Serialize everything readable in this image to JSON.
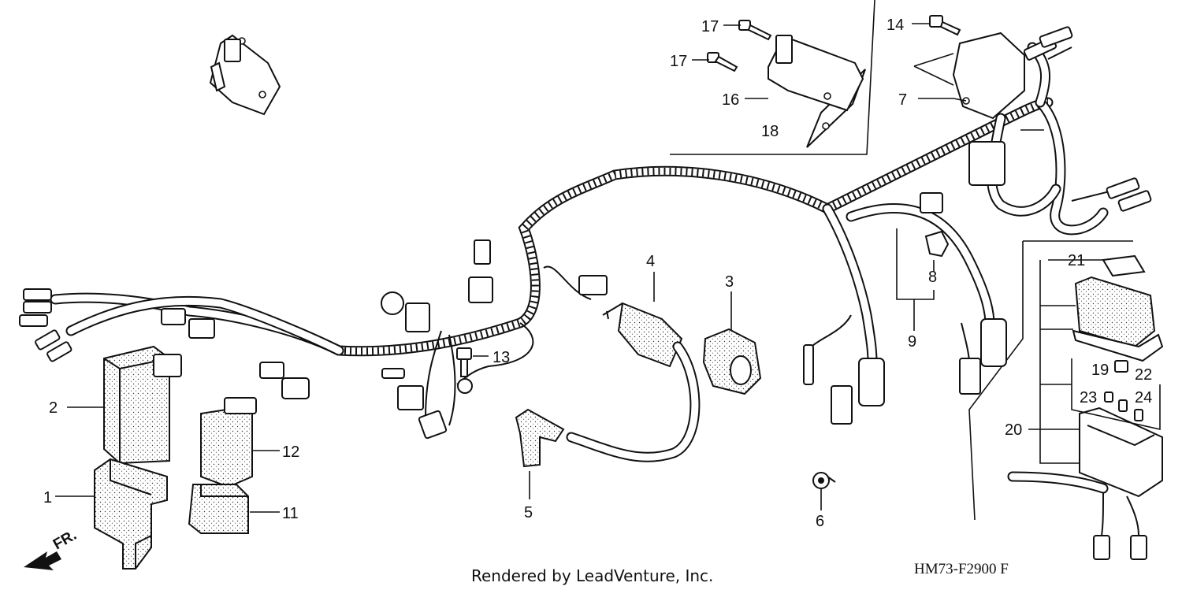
{
  "diagram": {
    "callouts": {
      "c1": "1",
      "c2": "2",
      "c3": "3",
      "c4": "4",
      "c5": "5",
      "c6": "6",
      "c7": "7",
      "c8": "8",
      "c9": "9",
      "c11": "11",
      "c12": "12",
      "c13": "13",
      "c14": "14",
      "c16": "16",
      "c17a": "17",
      "c17b": "17",
      "c18": "18",
      "c19": "19",
      "c20": "20",
      "c21": "21",
      "c22": "22",
      "c23": "23",
      "c24": "24"
    },
    "front_marker": "FR.",
    "footer": "Rendered by LeadVenture, Inc.",
    "drawing_code": "HM73-F2900 F"
  }
}
